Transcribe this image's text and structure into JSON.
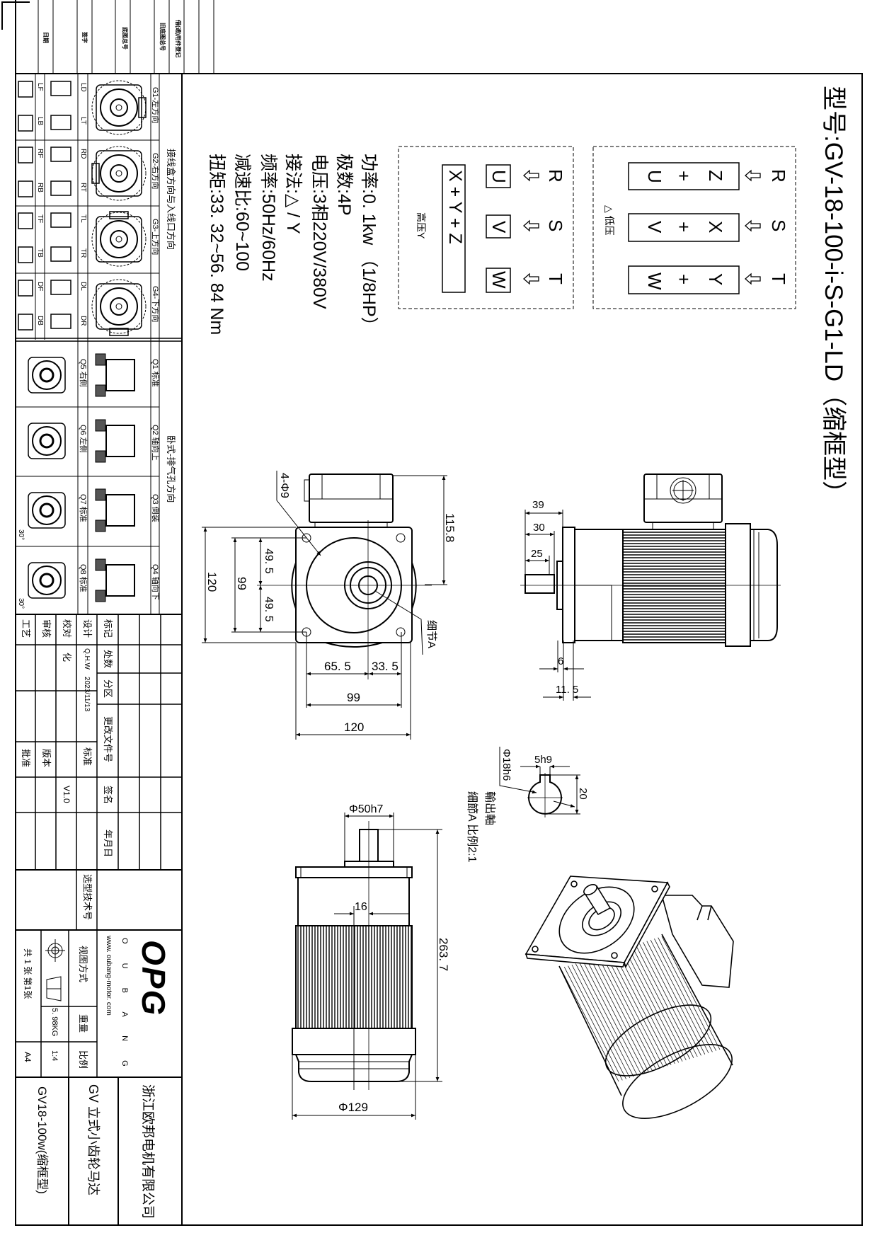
{
  "title": "型号:GV-18-100-i-S-G1-LD（缩框型）",
  "wiring": {
    "low": {
      "label": "△ 低压",
      "terminals": [
        "R",
        "S",
        "T"
      ],
      "rows": [
        [
          "Z",
          "+",
          "U"
        ],
        [
          "X",
          "+",
          "V"
        ],
        [
          "Y",
          "+",
          "W"
        ]
      ]
    },
    "high": {
      "label": "高压Y",
      "terminals": [
        "R",
        "S",
        "T"
      ],
      "boxes": [
        "U",
        "V",
        "W"
      ],
      "joint": "X + Y + Z"
    }
  },
  "specs": [
    "功率:0. 1kw （1/8HP）",
    "极数:4P",
    "电压:3相220V/380V",
    "接法:△ / Y",
    "频率:50Hz/60Hz",
    "减速比:60~100",
    "扭矩:33. 32~56. 84 Nm"
  ],
  "dimensions": {
    "front": {
      "holes": "4-Φ9",
      "half_upper": "49. 5",
      "half_lower": "49. 5",
      "pcd_v": "99",
      "flange_v": "120",
      "height": "115.8",
      "detail": "细节A",
      "left_off": "65. 5",
      "right_off": "33. 5",
      "pcd_h": "99",
      "flange_h": "120"
    },
    "side": {
      "d39": "39",
      "d30": "30",
      "d25": "25",
      "d6": "6",
      "d11_5": "11. 5"
    },
    "shaft": {
      "key": "5h9",
      "height": "20",
      "dia": "Φ18h6",
      "caption1": "輸出軸",
      "caption2": "細節A  比例2:1"
    },
    "bottom": {
      "spigot": "Φ50h7",
      "offset": "16",
      "length": "263. 7",
      "body_dia": "Φ129"
    }
  },
  "left_table": {
    "group1": "接线盒方向与入线口方向",
    "group2": "卧式-排气孔方向",
    "g_rows": [
      {
        "label": "G1-左方向",
        "a": "LD",
        "b": "LT",
        "c": "LF",
        "d": "LB"
      },
      {
        "label": "G2-右方向",
        "a": "RD",
        "b": "RT",
        "c": "RF",
        "d": "RB"
      },
      {
        "label": "G3-上方向",
        "a": "TL",
        "b": "TR",
        "c": "TF",
        "d": "TB"
      },
      {
        "label": "G4-下方向",
        "a": "DL",
        "b": "DR",
        "c": "DF",
        "d": "DB"
      }
    ],
    "q_rows": [
      {
        "label": "Q1 标准",
        "view": "Q5 右侧"
      },
      {
        "label": "Q2 轴向上",
        "view": "Q6 左侧"
      },
      {
        "label": "Q3 倒装",
        "view": "Q7 标准"
      },
      {
        "label": "Q4 轴向下",
        "view": "Q8 标准"
      }
    ],
    "angle": "30°"
  },
  "margin_labels": [
    "日期",
    "签字",
    "底图总号",
    "旧底图总号",
    "借(通)用件登记"
  ],
  "title_block": {
    "headers": [
      "标记",
      "处数",
      "分区",
      "更改文件号",
      "签名",
      "年月日"
    ],
    "design": "设计",
    "designer": "Q.H.W",
    "date": "2023/11/13",
    "standard": "标准",
    "check": "校对",
    "checker": "化",
    "version_value": "V1.0",
    "review": "审核",
    "version": "版本",
    "process": "工艺",
    "approve": "批准",
    "selection_no": "选型技术号",
    "logo": "OPG",
    "brand": "O U B A N G",
    "website": "www. oubang-motor. com",
    "view_method": "视图方式",
    "weight_label": "重量",
    "scale_label": "比例",
    "weight": "5. 98KG",
    "scale": "1:4",
    "sheets": "共 1 张 第1张",
    "paper": "A4",
    "company": "浙江欧邦电机有限公司",
    "product": "GV  立式小齿轮马达",
    "model": "GV18-100w(缩框型)"
  }
}
